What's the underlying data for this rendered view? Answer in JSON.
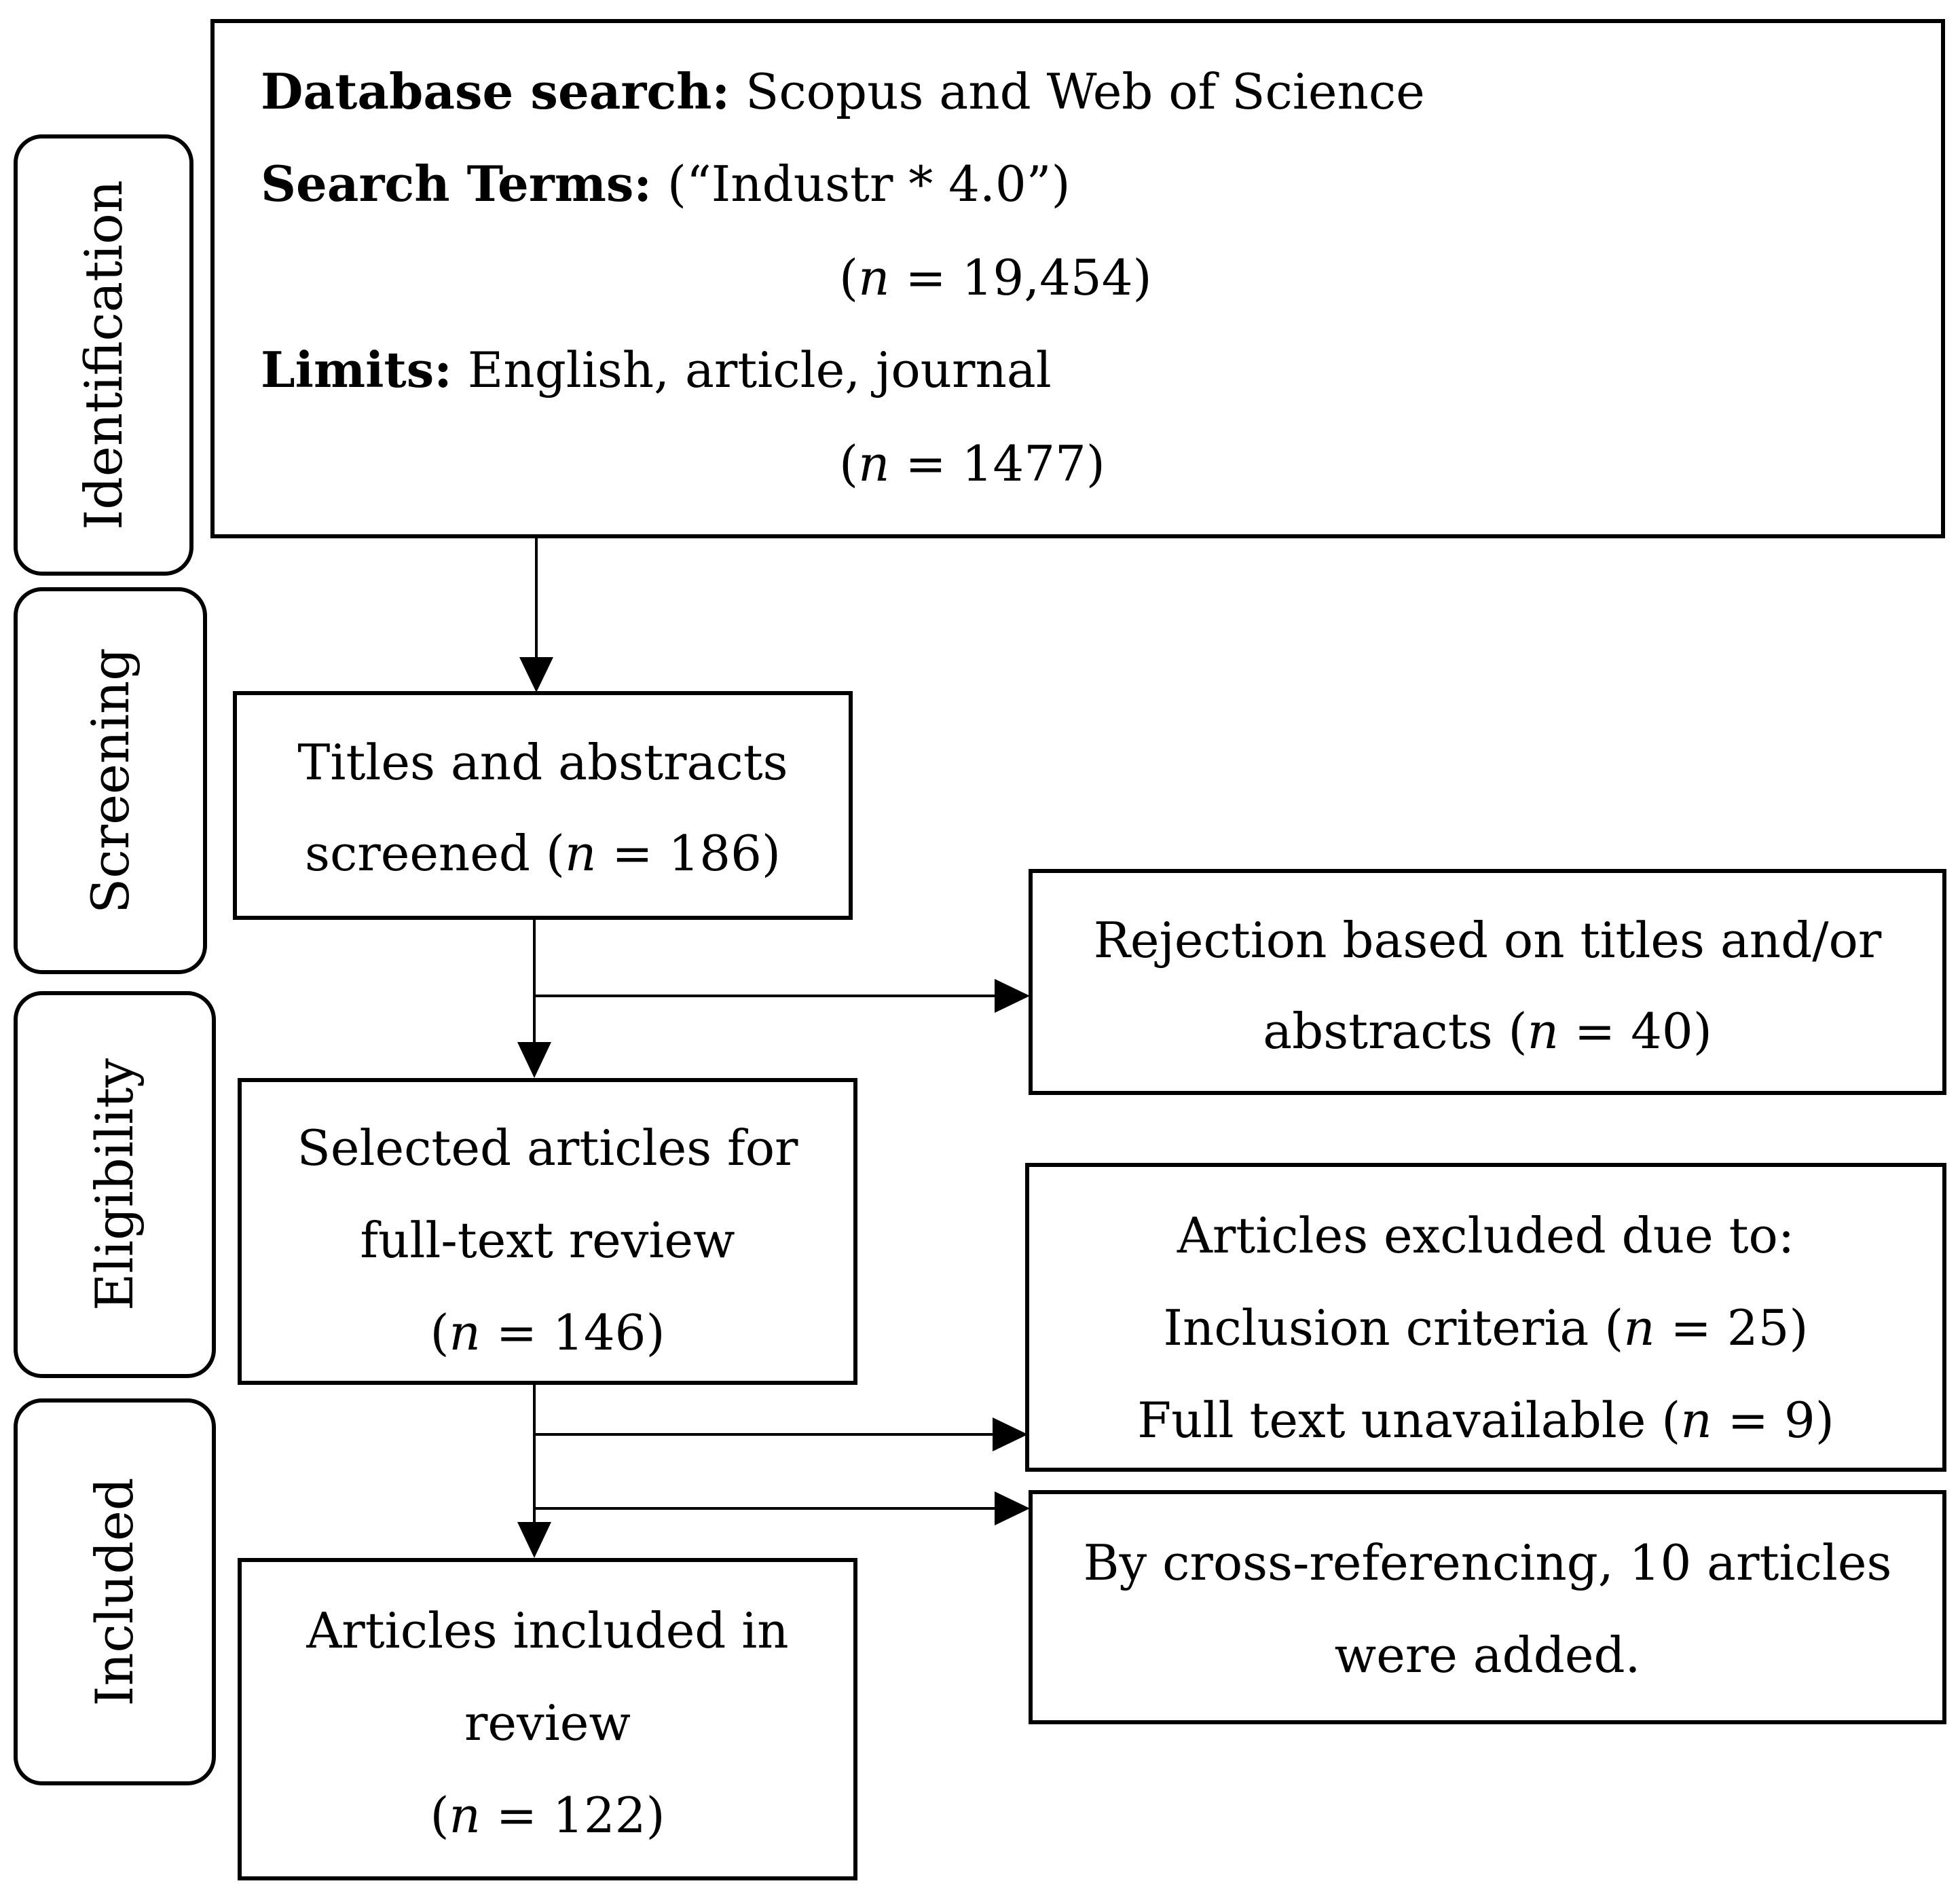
{
  "stages": {
    "identification": "Identification",
    "screening": "Screening",
    "eligibility": "Eligibility",
    "included": "Included"
  },
  "identification_box": {
    "database_label": "Database search:",
    "database_value": "Scopus and Web of Science",
    "terms_label": "Search Terms:",
    "terms_value": "(“Industr * 4.0”)",
    "n1_open": "(",
    "n1_var": "n",
    "n1_rest": " = 19,454)",
    "limits_label": "Limits:",
    "limits_value": "English, article, journal",
    "n2_open": "(",
    "n2_var": "n",
    "n2_rest": " = 1477)"
  },
  "screening_box": {
    "line1": "Titles and abstracts",
    "line2_pre": "screened (",
    "line2_var": "n",
    "line2_rest": " = 186)"
  },
  "rejection_box": {
    "line1": "Rejection based on titles and/or",
    "line2_pre": "abstracts (",
    "line2_var": "n",
    "line2_rest": " = 40)"
  },
  "eligibility_box": {
    "line1": "Selected articles for",
    "line2": "full-text review",
    "line3_pre": "(",
    "line3_var": "n",
    "line3_rest": " = 146)"
  },
  "excluded_box": {
    "line1": "Articles excluded due to:",
    "line2_pre": "Inclusion criteria (",
    "line2_var": "n",
    "line2_rest": " = 25)",
    "line3_pre": "Full text unavailable (",
    "line3_var": "n",
    "line3_rest": " = 9)"
  },
  "cross_ref_box": {
    "line1": "By cross-referencing, 10 articles",
    "line2": "were added."
  },
  "included_box": {
    "line1": "Articles included in",
    "line2": "review",
    "line3_pre": "(",
    "line3_var": "n",
    "line3_rest": " = 122)"
  }
}
